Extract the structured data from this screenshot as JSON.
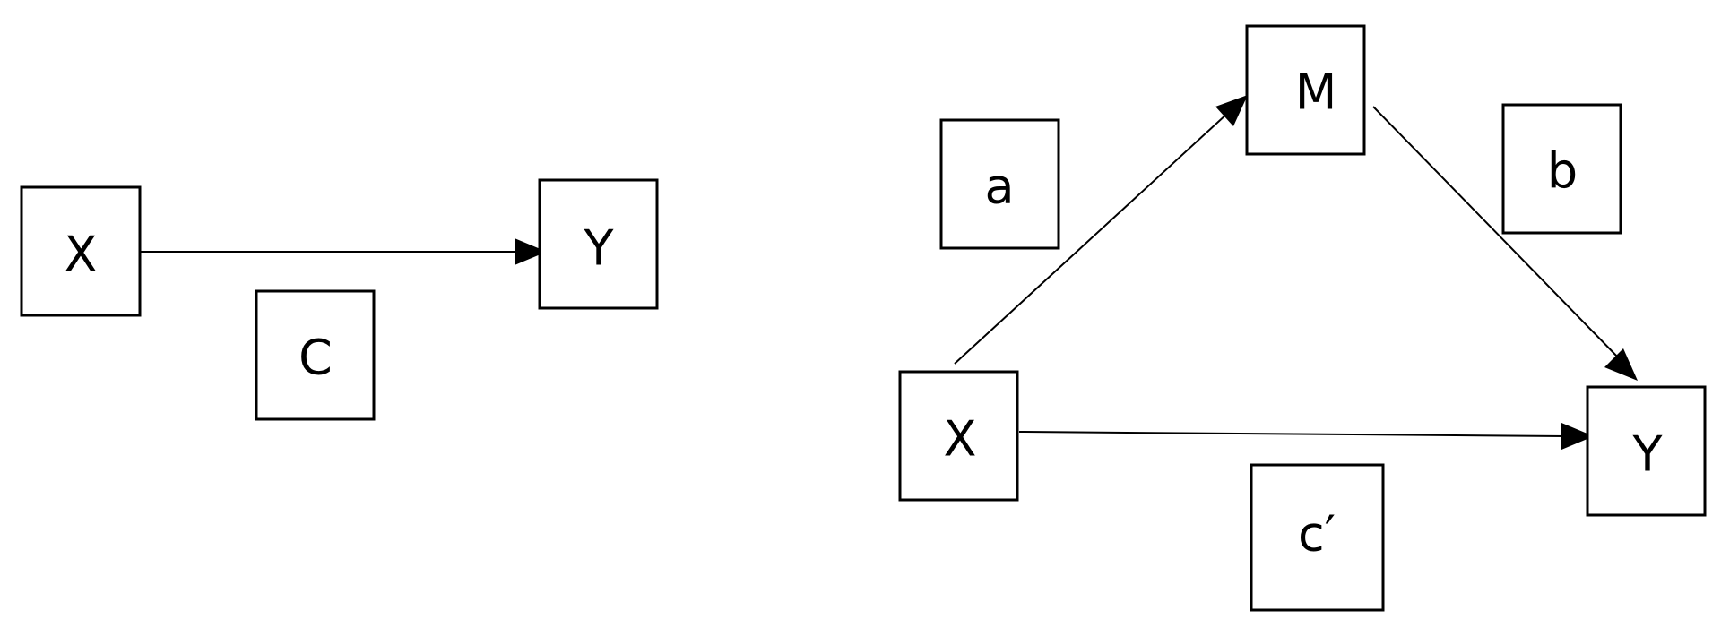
{
  "simple_model": {
    "x_label": "X",
    "y_label": "Y",
    "path_label": "C"
  },
  "mediation_model": {
    "x_label": "X",
    "m_label": "M",
    "y_label": "Y",
    "path_a_label": "a",
    "path_b_label": "b",
    "path_c_prime_label": "c′"
  }
}
